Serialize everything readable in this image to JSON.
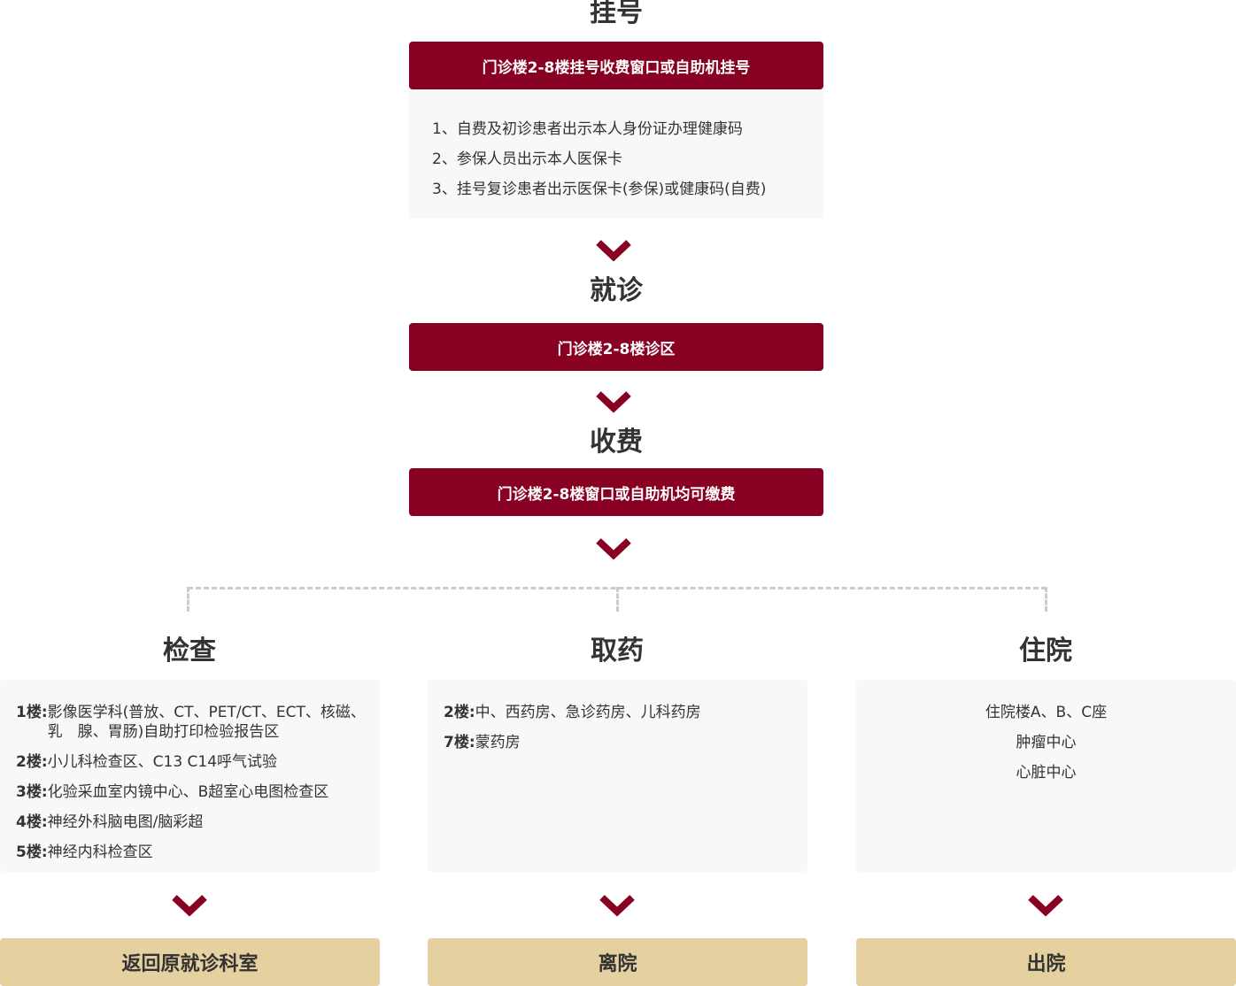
{
  "colors": {
    "primary": "#880022",
    "gold": "#e5d19f",
    "panel": "#f8f8f8",
    "text": "#333333",
    "dash": "#cccccc"
  },
  "step1": {
    "title": "挂号",
    "box": "门诊楼2-8楼挂号收费窗口或自助机挂号",
    "notes": [
      "1、自费及初诊患者出示本人身份证办理健康码",
      "2、参保人员出示本人医保卡",
      "3、挂号复诊患者出示医保卡(参保)或健康码(自费)"
    ]
  },
  "step2": {
    "title": "就诊",
    "box": "门诊楼2-8楼诊区"
  },
  "step3": {
    "title": "收费",
    "box": "门诊楼2-8楼窗口或自助机均可缴费"
  },
  "branches": {
    "exam": {
      "title": "检查",
      "items": [
        {
          "floor": "1楼:",
          "text": "影像医学科(普放、CT、PET/CT、ECT、核磁、　乳　腺、胃肠)自助打印检验报告区"
        },
        {
          "floor": "2楼:",
          "text": "小儿科检查区、C13 C14呼气试验"
        },
        {
          "floor": "3楼:",
          "text": "化验采血室内镜中心、B超室心电图检查区"
        },
        {
          "floor": "4楼:",
          "text": "神经外科脑电图/脑彩超"
        },
        {
          "floor": "5楼:",
          "text": "神经内科检查区"
        }
      ],
      "result": "返回原就诊科室"
    },
    "pharmacy": {
      "title": "取药",
      "items": [
        {
          "floor": "2楼:",
          "text": "中、西药房、急诊药房、儿科药房"
        },
        {
          "floor": "7楼:",
          "text": "蒙药房"
        }
      ],
      "result": "离院"
    },
    "inpatient": {
      "title": "住院",
      "items": [
        "住院楼A、B、C座",
        "肿瘤中心",
        "心脏中心"
      ],
      "result": "出院"
    }
  }
}
